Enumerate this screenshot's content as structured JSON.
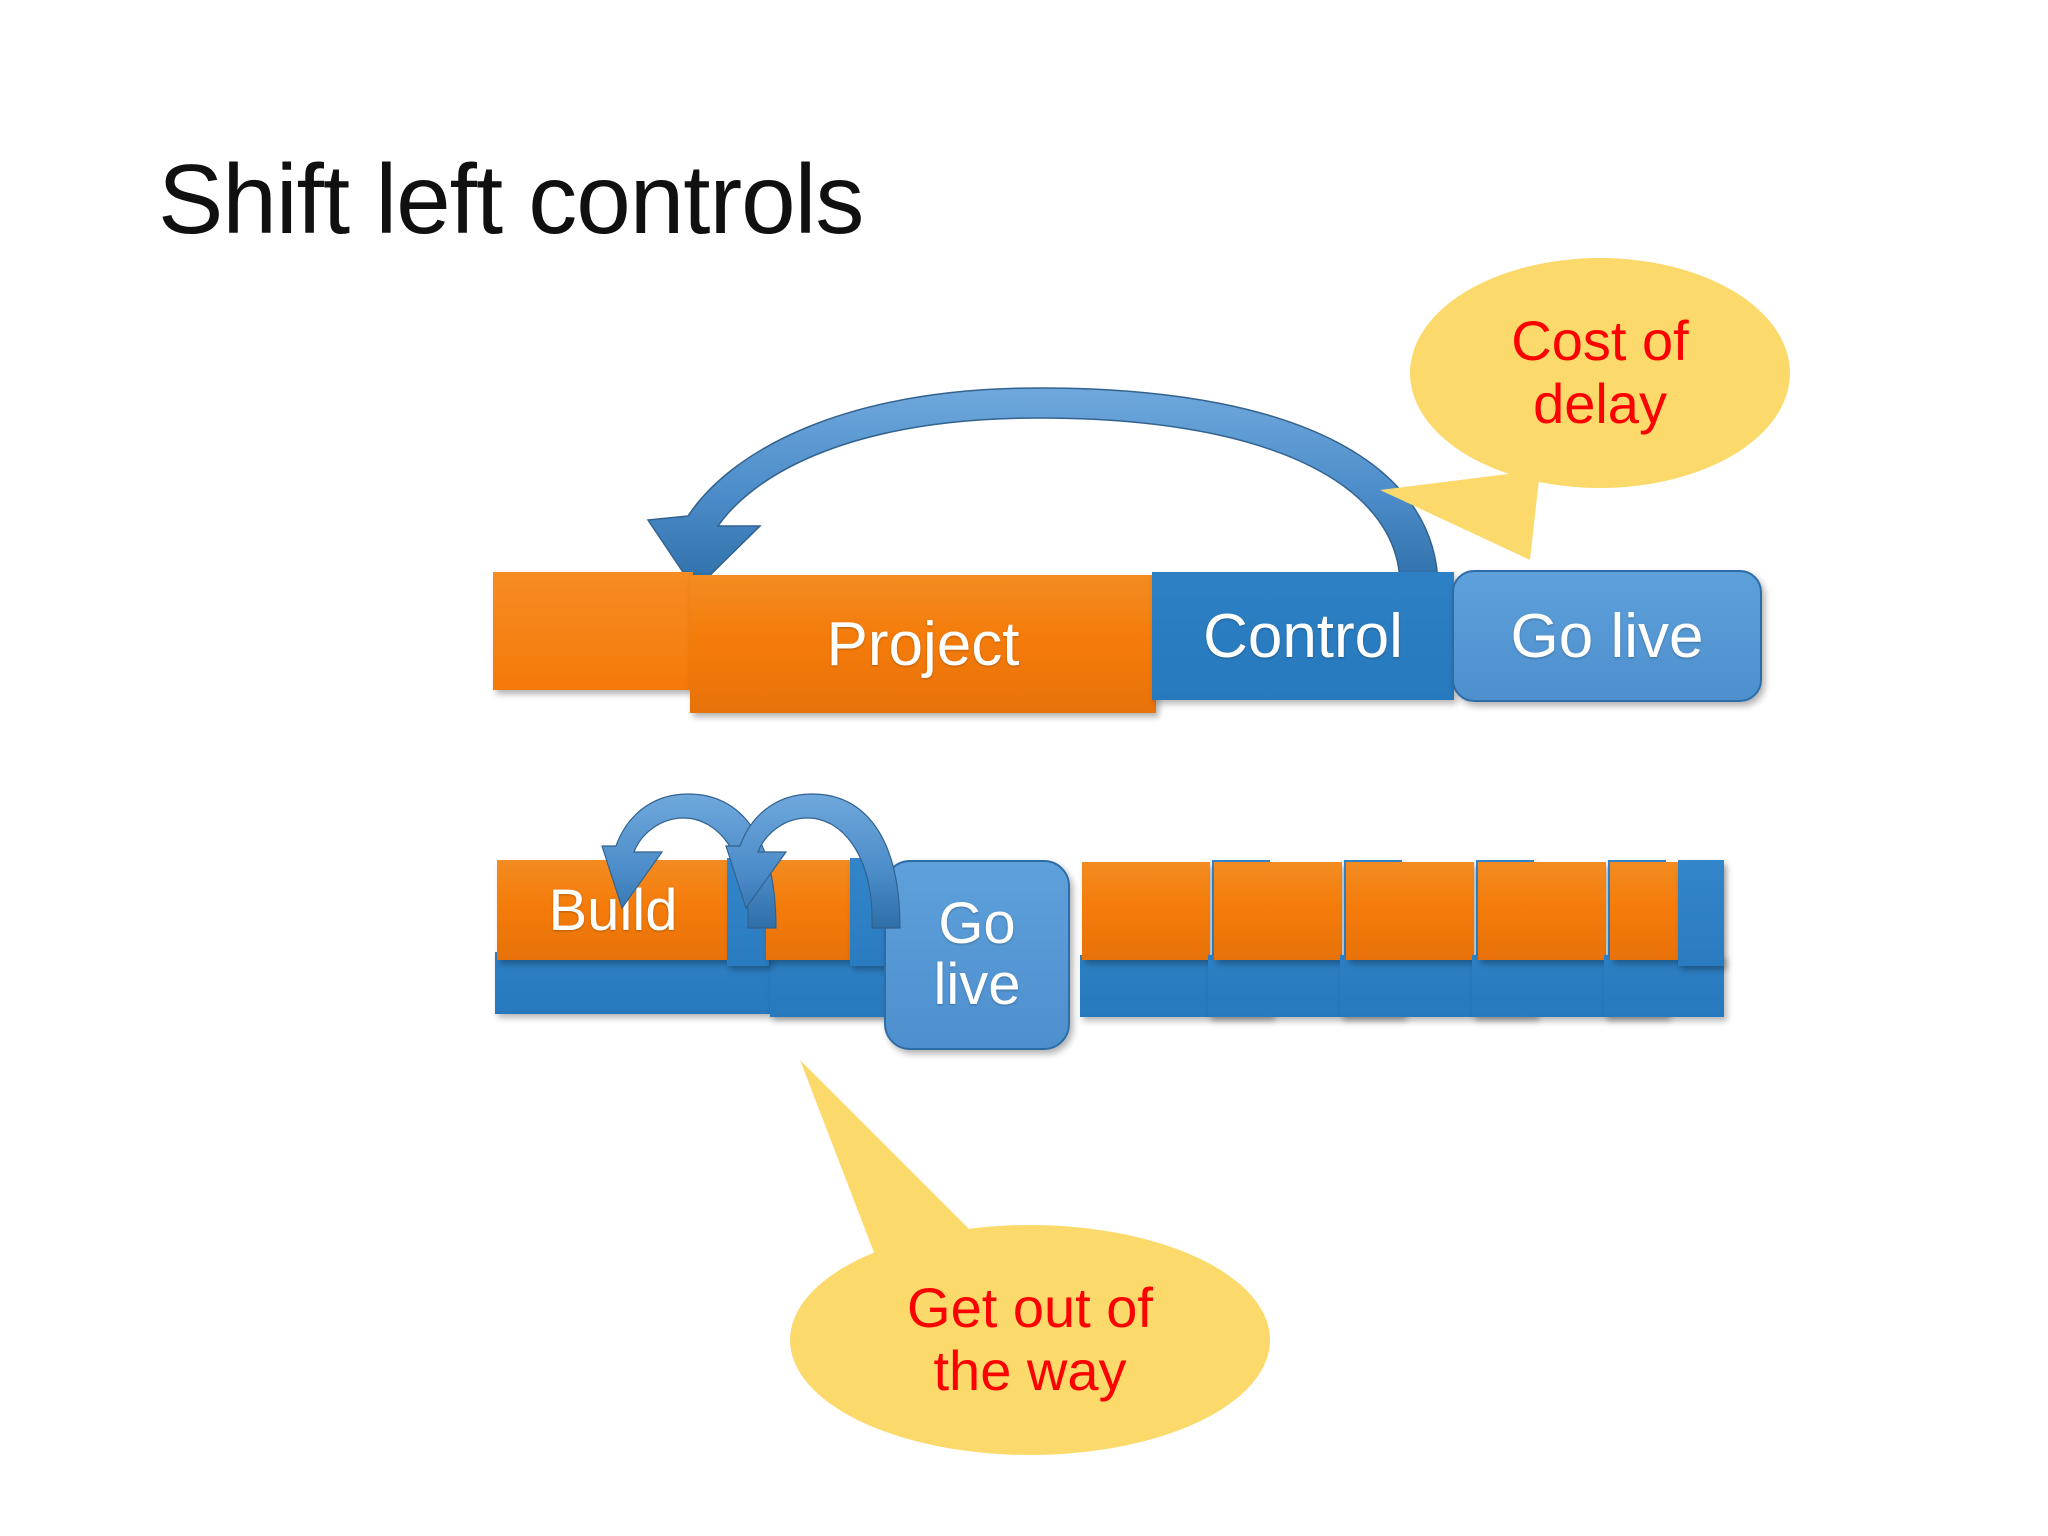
{
  "slide": {
    "title": "Shift left controls",
    "background_color": "#FFFFFF"
  },
  "palette": {
    "orange": "#F5790A",
    "blue": "#2779BD",
    "light_blue": "#5B9BD5",
    "callout_fill": "#FBD96B",
    "callout_text": "#FF0000",
    "label_text": "#FFFFFF",
    "title_text": "#101010"
  },
  "row1": {
    "name": "waterfall-timeline",
    "segments": [
      {
        "label": "",
        "type": "orange",
        "id": "row1-seg-plan"
      },
      {
        "label": "Project",
        "type": "orange",
        "id": "row1-seg-project"
      },
      {
        "label": "Control",
        "type": "blue",
        "id": "row1-seg-control"
      },
      {
        "label": "Go live",
        "type": "light-blue-rounded",
        "id": "row1-seg-golive"
      }
    ],
    "arrow": {
      "name": "cost-of-delay-arrow",
      "direction": "right-to-left",
      "style": "curved"
    }
  },
  "row2": {
    "name": "agile-timeline",
    "segments": [
      {
        "label": "Build",
        "type": "orange-over-blue",
        "id": "row2-seg-build"
      },
      {
        "label": "",
        "type": "blue-column",
        "id": "row2-col-1"
      },
      {
        "label": "",
        "type": "orange-over-blue",
        "id": "row2-seg-2"
      },
      {
        "label": "",
        "type": "blue-column",
        "id": "row2-col-2"
      },
      {
        "label": "Go live",
        "type": "light-blue-rounded",
        "id": "row2-seg-golive"
      },
      {
        "label": "",
        "type": "orange-over-blue",
        "id": "row2-seg-3"
      },
      {
        "label": "",
        "type": "blue-column",
        "id": "row2-col-3"
      },
      {
        "label": "",
        "type": "orange-over-blue",
        "id": "row2-seg-4"
      },
      {
        "label": "",
        "type": "blue-column",
        "id": "row2-col-4"
      },
      {
        "label": "",
        "type": "orange-over-blue",
        "id": "row2-seg-5"
      },
      {
        "label": "",
        "type": "blue-column",
        "id": "row2-col-5"
      },
      {
        "label": "",
        "type": "orange-over-blue",
        "id": "row2-seg-6"
      },
      {
        "label": "",
        "type": "blue-column",
        "id": "row2-col-6"
      },
      {
        "label": "",
        "type": "orange-over-blue",
        "id": "row2-seg-7"
      },
      {
        "label": "",
        "type": "blue-column",
        "id": "row2-col-7"
      }
    ],
    "arrows": [
      {
        "name": "iteration-loop-arrow-1",
        "direction": "right-to-left",
        "style": "curved"
      },
      {
        "name": "iteration-loop-arrow-2",
        "direction": "right-to-left",
        "style": "curved"
      }
    ]
  },
  "callouts": [
    {
      "id": "cost-of-delay",
      "lines": [
        "Cost of",
        "delay"
      ],
      "text": "Cost of delay",
      "points_to": "row1-arrow-tail",
      "fill": "#FBD96B",
      "text_color": "#FF0000"
    },
    {
      "id": "get-out-of-the-way",
      "lines": [
        "Get out of",
        "the way"
      ],
      "text": "Get out of the way",
      "points_to": "row2-control-band",
      "fill": "#FBD96B",
      "text_color": "#FF0000"
    }
  ]
}
